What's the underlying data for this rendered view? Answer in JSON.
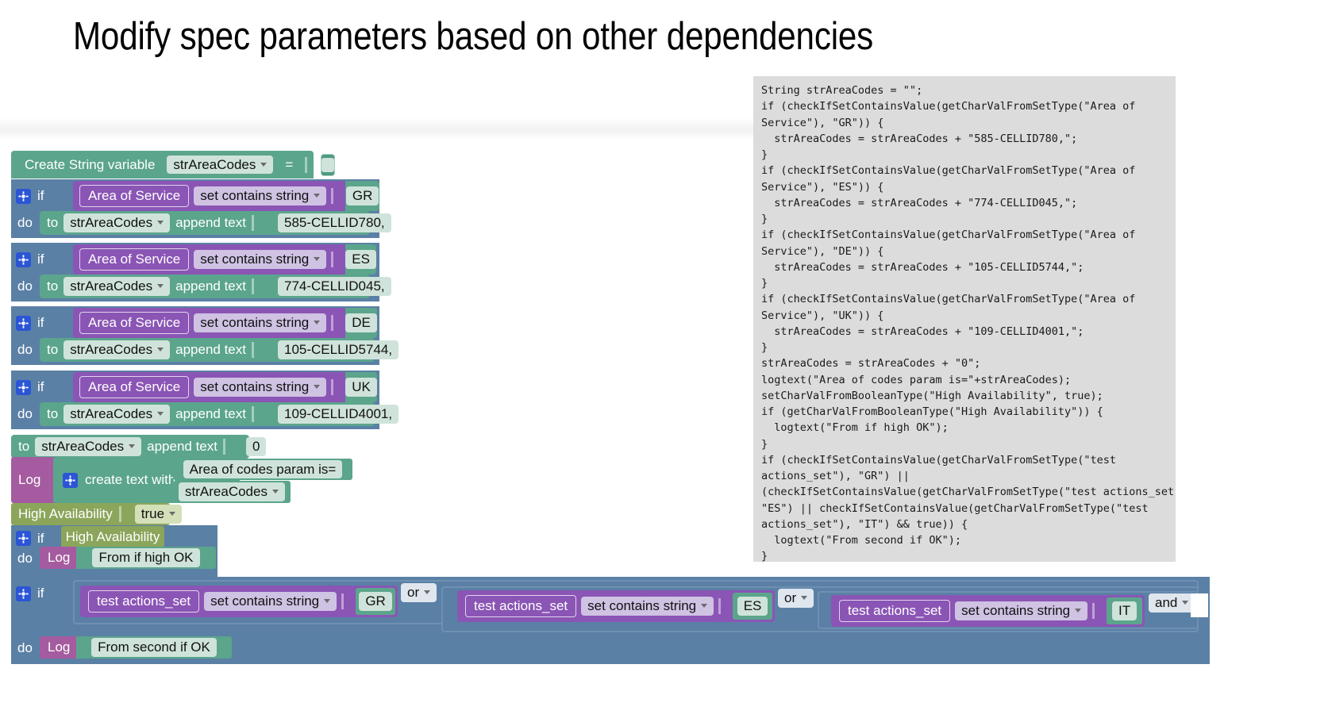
{
  "slide": {
    "title": "Modify spec parameters based on other dependencies"
  },
  "code_panel": {
    "name": "generated-code-panel",
    "language": "java-like",
    "lines": [
      "String strAreaCodes = \"\";",
      "if (checkIfSetContainsValue(getCharValFromSetType(\"Area of",
      "Service\"), \"GR\")) {",
      "  strAreaCodes = strAreaCodes + \"585-CELLID780,\";",
      "}",
      "if (checkIfSetContainsValue(getCharValFromSetType(\"Area of",
      "Service\"), \"ES\")) {",
      "  strAreaCodes = strAreaCodes + \"774-CELLID045,\";",
      "}",
      "if (checkIfSetContainsValue(getCharValFromSetType(\"Area of",
      "Service\"), \"DE\")) {",
      "  strAreaCodes = strAreaCodes + \"105-CELLID5744,\";",
      "}",
      "if (checkIfSetContainsValue(getCharValFromSetType(\"Area of",
      "Service\"), \"UK\")) {",
      "  strAreaCodes = strAreaCodes + \"109-CELLID4001,\";",
      "}",
      "strAreaCodes = strAreaCodes + \"0\";",
      "logtext(\"Area of codes param is=\"+strAreaCodes);",
      "setCharValFromBooleanType(\"High Availability\", true);",
      "if (getCharValFromBooleanType(\"High Availability\")) {",
      "  logtext(\"From if high OK\");",
      "}",
      "if (checkIfSetContainsValue(getCharValFromSetType(\"test",
      "actions_set\"), \"GR\") ||",
      "(checkIfSetContainsValue(getCharValFromSetType(\"test actions_set\"),",
      "\"ES\") || checkIfSetContainsValue(getCharValFromSetType(\"test",
      "actions_set\"), \"IT\") && true)) {",
      "  logtext(\"From second if OK\");",
      "}"
    ]
  },
  "colors": {
    "variable_teal": "#5ba58c",
    "logic_purple": "#8a55b5",
    "control_blue": "#5b80a5",
    "boolean_green": "#8ba55b",
    "log_magenta": "#a55b9f",
    "code_bg": "#dcdcdc",
    "field_chip": "#cfe3da",
    "gear_blue": "#2b55d6"
  },
  "blocks": {
    "create_variable": {
      "label": "Create String variable",
      "variable": "strAreaCodes",
      "equals": "=",
      "value": ""
    },
    "if_rows": [
      {
        "if_label": "if",
        "do_label": "do",
        "operand": "Area of Service",
        "operator": "set contains string",
        "compare_value": "GR",
        "assign_to": "to",
        "assign_variable": "strAreaCodes",
        "assign_action": "append text",
        "assign_value": "585-CELLID780,"
      },
      {
        "if_label": "if",
        "do_label": "do",
        "operand": "Area of Service",
        "operator": "set contains string",
        "compare_value": "ES",
        "assign_to": "to",
        "assign_variable": "strAreaCodes",
        "assign_action": "append text",
        "assign_value": "774-CELLID045,"
      },
      {
        "if_label": "if",
        "do_label": "do",
        "operand": "Area of Service",
        "operator": "set contains string",
        "compare_value": "DE",
        "assign_to": "to",
        "assign_variable": "strAreaCodes",
        "assign_action": "append text",
        "assign_value": "105-CELLID5744,"
      },
      {
        "if_label": "if",
        "do_label": "do",
        "operand": "Area of Service",
        "operator": "set contains string",
        "compare_value": "UK",
        "assign_to": "to",
        "assign_variable": "strAreaCodes",
        "assign_action": "append text",
        "assign_value": "109-CELLID4001,"
      }
    ],
    "append_zero": {
      "to_label": "to",
      "variable": "strAreaCodes",
      "action": "append text",
      "value": "0"
    },
    "log_create_text": {
      "log_label": "Log",
      "create_text_label": "create text with",
      "text_value": "Area of codes param is=",
      "variable": "strAreaCodes"
    },
    "high_availability_set": {
      "label": "High Availability",
      "value": "true"
    },
    "if_high_availability": {
      "if_label": "if",
      "condition": "High Availability",
      "do_label": "do",
      "log_label": "Log",
      "log_value": "From if high OK"
    },
    "if_second": {
      "if_label": "if",
      "do_label": "do",
      "log_label": "Log",
      "log_value": "From second if OK",
      "conditions": [
        {
          "operand": "test actions_set",
          "operator": "set contains string",
          "compare_value": "GR",
          "joiner": "or"
        },
        {
          "operand": "test actions_set",
          "operator": "set contains string",
          "compare_value": "ES",
          "joiner": "or"
        },
        {
          "operand": "test actions_set",
          "operator": "set contains string",
          "compare_value": "IT",
          "joiner": "and"
        }
      ]
    }
  }
}
